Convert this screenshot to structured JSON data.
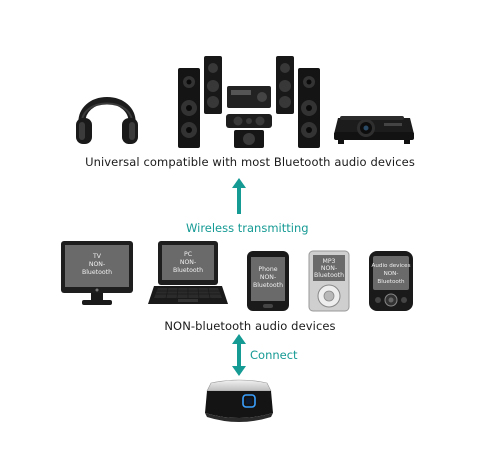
{
  "top_caption": "Universal compatible with most Bluetooth audio devices",
  "wireless_label": "Wireless transmitting",
  "middle_caption": "NON-bluetooth audio devices",
  "connect_label": "Connect",
  "devices": {
    "tv": [
      "TV",
      "NON-",
      "Bluetooth"
    ],
    "pc": [
      "PC",
      "NON-",
      "Bluetooth"
    ],
    "phone": [
      "Phone",
      "NON-",
      "Bluetooth"
    ],
    "mp3": [
      "MP3",
      "NON-",
      "Bluetooth"
    ],
    "audio": [
      "Audio devices",
      "NON-",
      "Bluetooth"
    ]
  },
  "colors": {
    "teal": "#159a94",
    "dark": "#1c1c1c"
  }
}
